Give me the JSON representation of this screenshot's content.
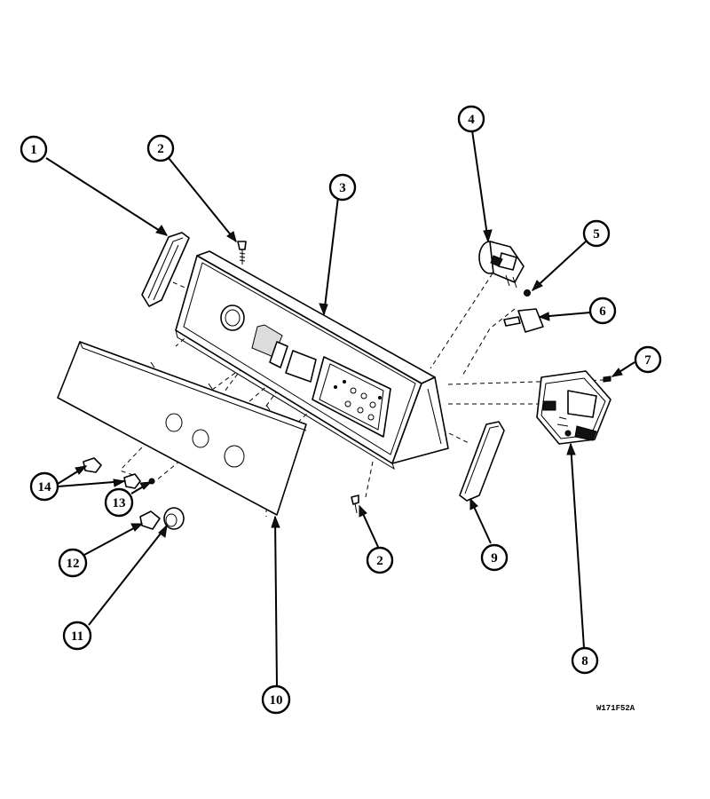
{
  "callouts": [
    {
      "id": "c1",
      "label": "1"
    },
    {
      "id": "c2a",
      "label": "2"
    },
    {
      "id": "c3",
      "label": "3"
    },
    {
      "id": "c4",
      "label": "4"
    },
    {
      "id": "c5",
      "label": "5"
    },
    {
      "id": "c6",
      "label": "6"
    },
    {
      "id": "c7",
      "label": "7"
    },
    {
      "id": "c8",
      "label": "8"
    },
    {
      "id": "c9",
      "label": "9"
    },
    {
      "id": "c2b",
      "label": "2"
    },
    {
      "id": "c10",
      "label": "10"
    },
    {
      "id": "c11",
      "label": "11"
    },
    {
      "id": "c12",
      "label": "12"
    },
    {
      "id": "c13",
      "label": "13"
    },
    {
      "id": "c14",
      "label": "14"
    }
  ],
  "drawing_code": "W171F52A"
}
